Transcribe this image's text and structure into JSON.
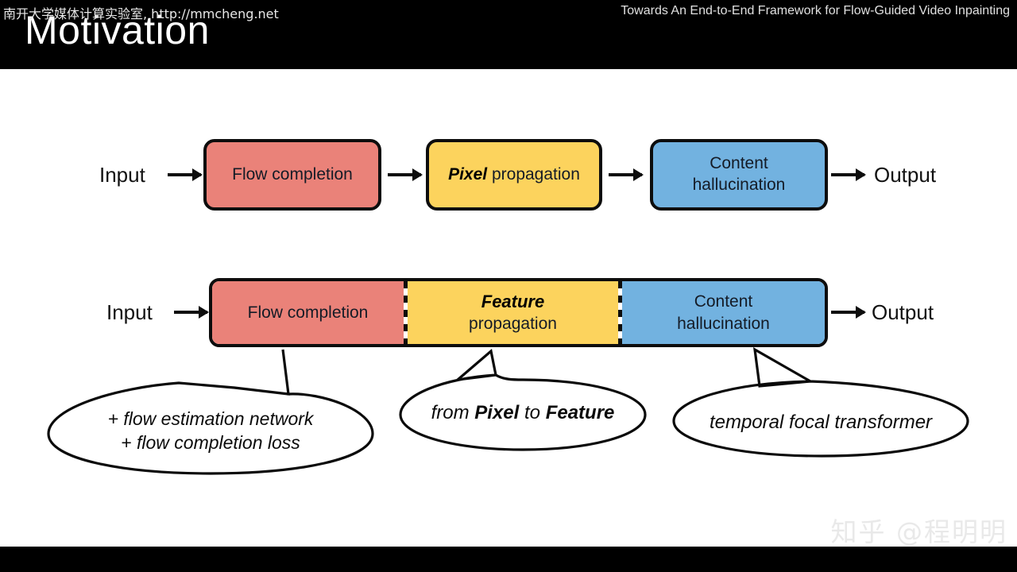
{
  "header": {
    "title": "Motivation",
    "background": "#000000",
    "text_color": "#FFFFFF"
  },
  "palette": {
    "flow_completion": "#EA8279",
    "propagation": "#FCD35D",
    "content_hallucination": "#72B2E0",
    "outline": "#0D0D0D",
    "slide_background": "#FFFFFF"
  },
  "pipeline_top": {
    "input_label": "Input",
    "output_label": "Output",
    "stages": [
      {
        "label": "Flow completion",
        "emphasis": "",
        "color": "#EA8279"
      },
      {
        "label": " propagation",
        "emphasis": "Pixel",
        "color": "#FCD35D"
      },
      {
        "label": "Content\nhallucination",
        "emphasis": "",
        "color": "#72B2E0"
      }
    ]
  },
  "pipeline_bottom": {
    "input_label": "Input",
    "output_label": "Output",
    "stages": [
      {
        "label": "Flow completion",
        "emphasis": "",
        "color": "#EA8279"
      },
      {
        "label": "propagation",
        "emphasis": "Feature",
        "color": "#FCD35D"
      },
      {
        "label": "Content\nhallucination",
        "emphasis": "",
        "color": "#72B2E0"
      }
    ],
    "separator_style": "dashed"
  },
  "callouts": [
    {
      "line1": "+ flow estimation network",
      "line2": "+ flow completion loss",
      "target": "Flow completion"
    },
    {
      "prefix": "from ",
      "bold1": "Pixel",
      "middle": " to ",
      "bold2": "Feature",
      "target": "Feature propagation"
    },
    {
      "line1": "temporal focal transformer",
      "target": "Content hallucination"
    }
  ],
  "watermark": "知乎 @程明明",
  "footer": {
    "left": "南开大学媒体计算实验室, http://mmcheng.net",
    "right": "Towards An End-to-End Framework for Flow-Guided Video Inpainting"
  }
}
